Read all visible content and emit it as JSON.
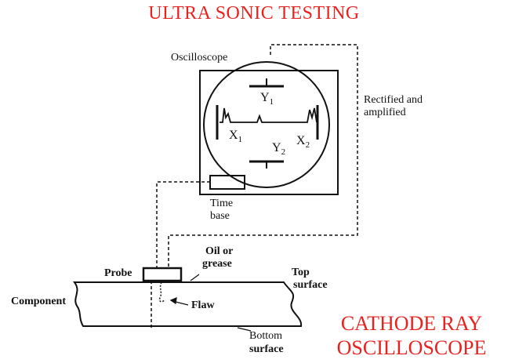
{
  "title": "ULTRA SONIC TESTING",
  "caption": {
    "line1": "CATHODE RAY",
    "line2": "OSCILLOSCOPE"
  },
  "labels": {
    "oscilloscope": "Oscilloscope",
    "rectified_line1": "Rectified and",
    "rectified_line2": "amplified",
    "time_line1": "Time",
    "time_line2": "base",
    "oil_line1": "Oil or",
    "oil_line2": "grease",
    "probe": "Probe",
    "top_line1": "Top",
    "top_line2": "surface",
    "component": "Component",
    "flaw": "Flaw",
    "bottom_line1": "Bottom",
    "bottom_line2": "surface"
  },
  "plates": {
    "y1": "Y",
    "y1_sub": "1",
    "y2": "Y",
    "y2_sub": "2",
    "x1": "X",
    "x1_sub": "1",
    "x2": "X",
    "x2_sub": "2"
  },
  "colors": {
    "title": "#e8231f",
    "line": "#111111"
  }
}
